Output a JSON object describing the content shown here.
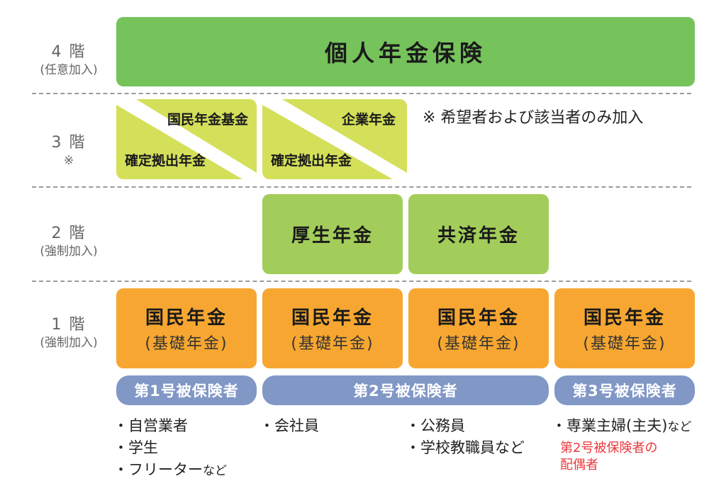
{
  "tiers": {
    "t4": {
      "main": "4 階",
      "sub": "(任意加入)"
    },
    "t3": {
      "main": "3 階",
      "sub": "※"
    },
    "t2": {
      "main": "2 階",
      "sub": "(強制加入)"
    },
    "t1": {
      "main": "1 階",
      "sub": "(強制加入)"
    }
  },
  "tier4_box": "個人年金保険",
  "tier3": {
    "box1_top": "国民年金基金",
    "box1_bottom": "確定拠出年金",
    "box2_top": "企業年金",
    "box2_bottom": "確定拠出年金",
    "note": "※ 希望者および該当者のみ加入"
  },
  "tier2": {
    "kosei": "厚生年金",
    "kyosai": "共済年金"
  },
  "tier1": {
    "title": "国民年金",
    "sub": "(基礎年金)"
  },
  "insured": {
    "no1": "第1号被保険者",
    "no2": "第2号被保険者",
    "no3": "第3号被保険者"
  },
  "examples": {
    "col1": [
      "・自営業者",
      "・学生",
      "・フリーター"
    ],
    "col1_suffix": "など",
    "col2": [
      "・会社員"
    ],
    "col3": [
      "・公務員",
      "・学校教職員など"
    ],
    "col4_line1": "・専業主婦(主夫)",
    "col4_suffix": "など",
    "col4_red1": "第2号被保険者の",
    "col4_red2": "配偶者"
  },
  "colors": {
    "tier4": "#76c35c",
    "tier2": "#a3cd5a",
    "tier3": "#d4df5a",
    "tier1": "#f7a731",
    "pill": "#8197c6",
    "note_red": "#e8383d"
  }
}
